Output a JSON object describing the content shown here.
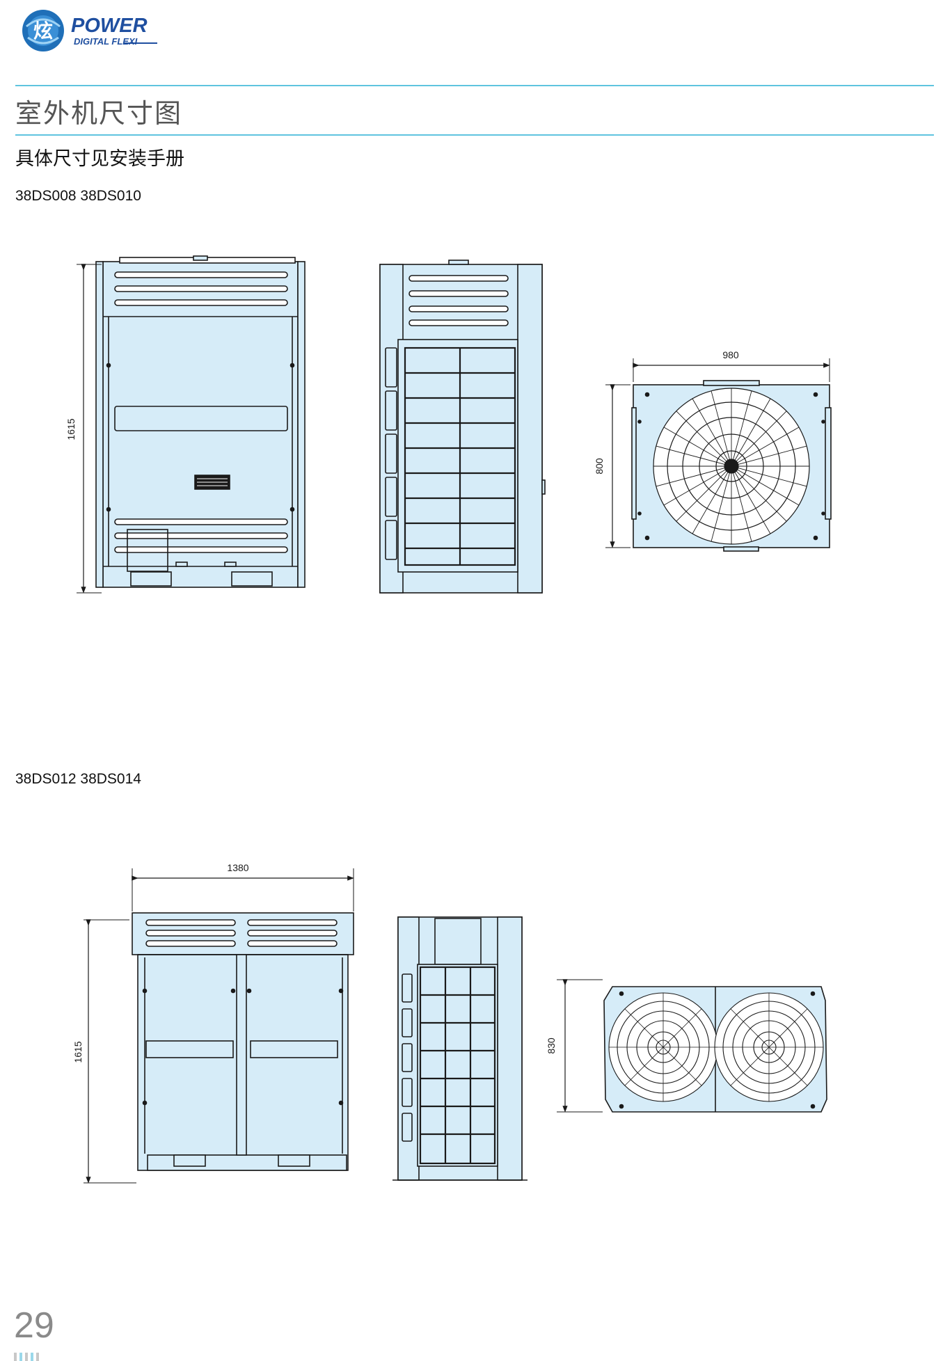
{
  "header": {
    "logo_mark": "炫",
    "logo_brand": "POWER",
    "logo_tagline": "DIGITAL FLEXI"
  },
  "title": "室外机尺寸图",
  "subtitle": "具体尺寸见安装手册",
  "sections": [
    {
      "models": "38DS008 38DS010",
      "dims": {
        "height": "1615",
        "width": "980",
        "depth": "800"
      }
    },
    {
      "models": "38DS012 38DS014",
      "dims": {
        "width": "1380",
        "height": "1615",
        "depth": "830"
      }
    }
  ],
  "page_number": "29",
  "colors": {
    "accent_rule": "#5fc4df",
    "unit_fill": "#d6ecf8",
    "line": "#1a1a1a"
  }
}
